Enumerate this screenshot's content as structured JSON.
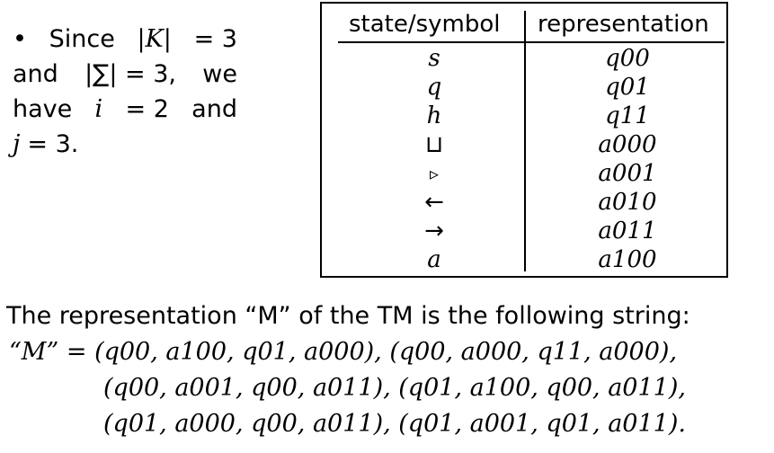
{
  "bullet": {
    "marker": "•",
    "line1_a": "Since",
    "line1_b": "|K|",
    "line1_c": "= 3",
    "line2_a": "and",
    "line2_b": "|∑| = 3,",
    "line2_c": "we",
    "line3_a": "have",
    "line3_b": "i",
    "line3_c": "= 2",
    "line3_d": "and",
    "line4_a": "j",
    "line4_b": "= 3."
  },
  "table": {
    "headers": [
      "state/symbol",
      "representation"
    ],
    "rows": [
      {
        "symbol": "s",
        "rep": "q00"
      },
      {
        "symbol": "q",
        "rep": "q01"
      },
      {
        "symbol": "h",
        "rep": "q11"
      },
      {
        "symbol": "⊔",
        "rep": "a000"
      },
      {
        "symbol": "▹",
        "rep": "a001"
      },
      {
        "symbol": "←",
        "rep": "a010"
      },
      {
        "symbol": "→",
        "rep": "a011"
      },
      {
        "symbol": "a",
        "rep": "a100"
      }
    ]
  },
  "paragraph": {
    "intro": "The representation “M” of the TM is the following string:",
    "lhs": "“M” =",
    "line1": "(q00, a100, q01, a000), (q00, a000, q11, a000),",
    "line2": "(q00, a001, q00, a011), (q01, a100, q00, a011),",
    "line3": "(q01, a000, q00, a011), (q01, a001, q01, a011)."
  }
}
